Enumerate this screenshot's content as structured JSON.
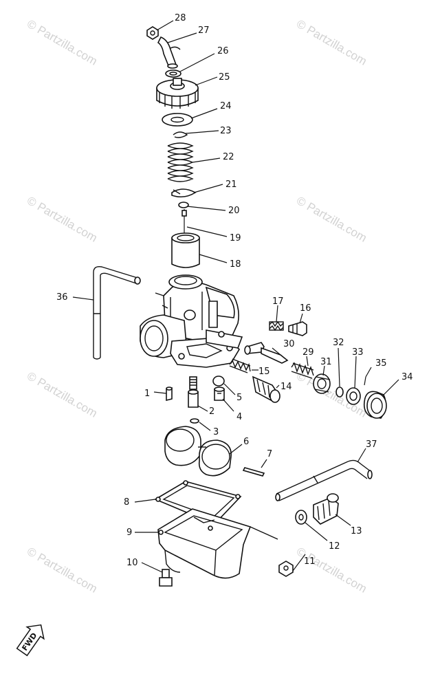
{
  "watermark": {
    "text": "© Partzilla.com"
  },
  "parts": [
    {
      "id": "p1",
      "label": "1"
    },
    {
      "id": "p2",
      "label": "2"
    },
    {
      "id": "p3",
      "label": "3"
    },
    {
      "id": "p4",
      "label": "4"
    },
    {
      "id": "p5",
      "label": "5"
    },
    {
      "id": "p6",
      "label": "6"
    },
    {
      "id": "p7",
      "label": "7"
    },
    {
      "id": "p8",
      "label": "8"
    },
    {
      "id": "p9",
      "label": "9"
    },
    {
      "id": "p10",
      "label": "10"
    },
    {
      "id": "p11",
      "label": "11"
    },
    {
      "id": "p12",
      "label": "12"
    },
    {
      "id": "p13",
      "label": "13"
    },
    {
      "id": "p14",
      "label": "14"
    },
    {
      "id": "p15",
      "label": "15"
    },
    {
      "id": "p16",
      "label": "16"
    },
    {
      "id": "p17",
      "label": "17"
    },
    {
      "id": "p18",
      "label": "18"
    },
    {
      "id": "p19",
      "label": "19"
    },
    {
      "id": "p20",
      "label": "20"
    },
    {
      "id": "p21",
      "label": "21"
    },
    {
      "id": "p22",
      "label": "22"
    },
    {
      "id": "p23",
      "label": "23"
    },
    {
      "id": "p24",
      "label": "24"
    },
    {
      "id": "p25",
      "label": "25"
    },
    {
      "id": "p26",
      "label": "26"
    },
    {
      "id": "p27",
      "label": "27"
    },
    {
      "id": "p28",
      "label": "28"
    },
    {
      "id": "p29",
      "label": "29"
    },
    {
      "id": "p30",
      "label": "30"
    },
    {
      "id": "p31",
      "label": "31"
    },
    {
      "id": "p32",
      "label": "32"
    },
    {
      "id": "p33",
      "label": "33"
    },
    {
      "id": "p34",
      "label": "34"
    },
    {
      "id": "p35",
      "label": "35"
    },
    {
      "id": "p36",
      "label": "36"
    },
    {
      "id": "p37",
      "label": "37"
    }
  ],
  "direction_marker": {
    "text": "FWD"
  }
}
